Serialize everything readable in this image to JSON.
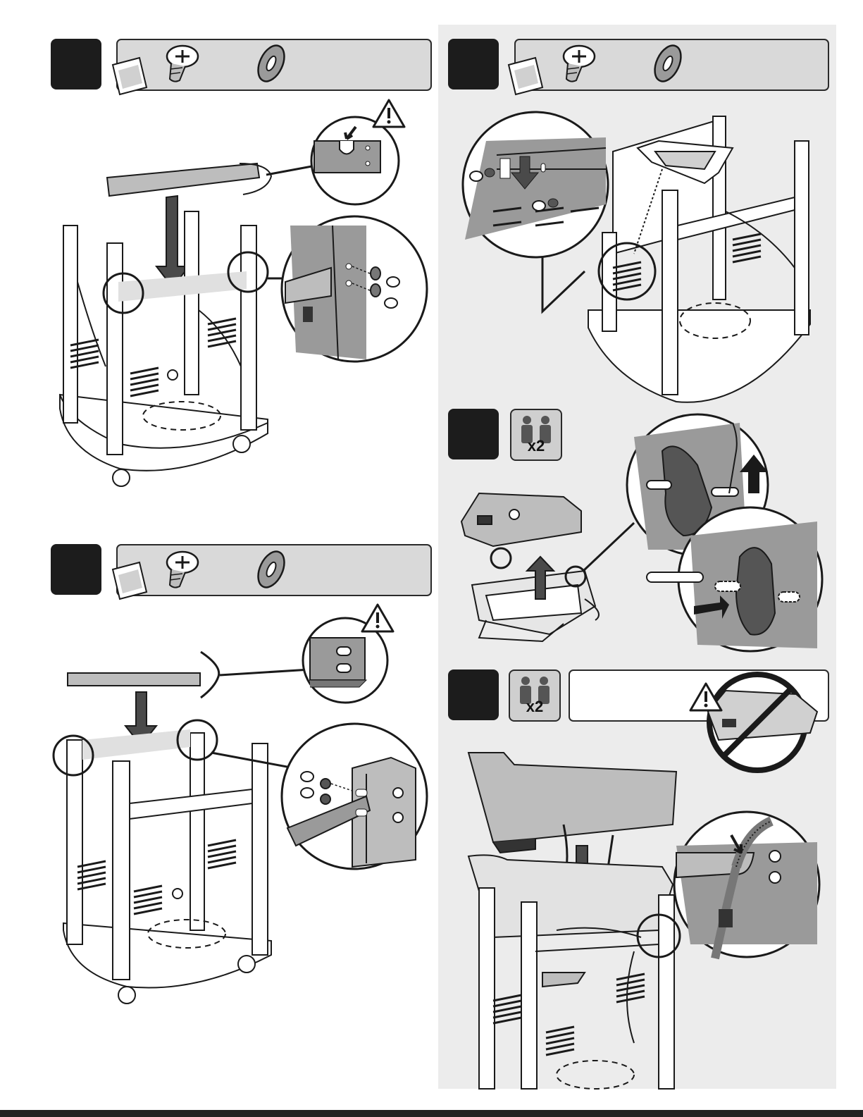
{
  "colors": {
    "badge": "#1c1c1c",
    "panel_bg": "#ececec",
    "line": "#1a1a1a",
    "part_fill": "#bdbdbd",
    "accent_fill": "#d9d9d9"
  },
  "steps": [
    {
      "id": "left-top",
      "parts": [
        "hardware-bag-icon",
        "screw-icon",
        "washer-icon"
      ],
      "warning": true
    },
    {
      "id": "left-bottom",
      "parts": [
        "hardware-bag-icon",
        "screw-icon",
        "washer-icon"
      ],
      "warning": true
    },
    {
      "id": "right-top",
      "parts": [
        "hardware-bag-icon",
        "screw-icon",
        "washer-icon"
      ],
      "warning": false
    },
    {
      "id": "right-middle",
      "people": "x2"
    },
    {
      "id": "right-bottom",
      "people": "x2",
      "warning": true
    }
  ]
}
